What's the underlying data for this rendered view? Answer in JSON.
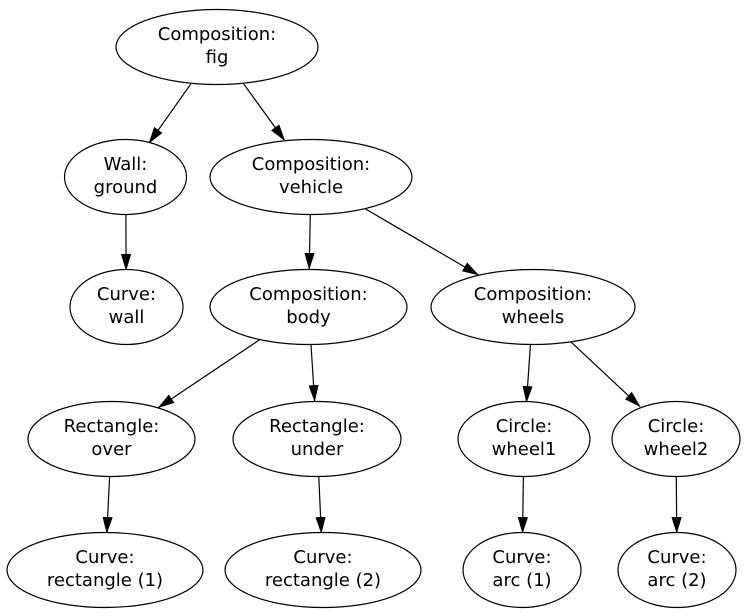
{
  "diagram": {
    "type": "tree-graph",
    "background_color": "#ffffff",
    "node_fill_color": "#ffffff",
    "node_stroke_color": "#000000",
    "edge_color": "#000000",
    "text_color": "#000000",
    "nodes": {
      "fig": {
        "line1": "Composition:",
        "line2": "fig"
      },
      "ground": {
        "line1": "Wall:",
        "line2": "ground"
      },
      "vehicle": {
        "line1": "Composition:",
        "line2": "vehicle"
      },
      "wall": {
        "line1": "Curve:",
        "line2": "wall"
      },
      "body": {
        "line1": "Composition:",
        "line2": "body"
      },
      "wheels": {
        "line1": "Composition:",
        "line2": "wheels"
      },
      "over": {
        "line1": "Rectangle:",
        "line2": "over"
      },
      "under": {
        "line1": "Rectangle:",
        "line2": "under"
      },
      "wheel1": {
        "line1": "Circle:",
        "line2": "wheel1"
      },
      "wheel2": {
        "line1": "Circle:",
        "line2": "wheel2"
      },
      "rect1": {
        "line1": "Curve:",
        "line2": "rectangle (1)"
      },
      "rect2": {
        "line1": "Curve:",
        "line2": "rectangle (2)"
      },
      "arc1": {
        "line1": "Curve:",
        "line2": "arc (1)"
      },
      "arc2": {
        "line1": "Curve:",
        "line2": "arc (2)"
      }
    },
    "edges": [
      {
        "from": "fig",
        "to": "ground"
      },
      {
        "from": "fig",
        "to": "vehicle"
      },
      {
        "from": "ground",
        "to": "wall"
      },
      {
        "from": "vehicle",
        "to": "body"
      },
      {
        "from": "vehicle",
        "to": "wheels"
      },
      {
        "from": "body",
        "to": "over"
      },
      {
        "from": "body",
        "to": "under"
      },
      {
        "from": "wheels",
        "to": "wheel1"
      },
      {
        "from": "wheels",
        "to": "wheel2"
      },
      {
        "from": "over",
        "to": "rect1"
      },
      {
        "from": "under",
        "to": "rect2"
      },
      {
        "from": "wheel1",
        "to": "arc1"
      },
      {
        "from": "wheel2",
        "to": "arc2"
      }
    ]
  }
}
